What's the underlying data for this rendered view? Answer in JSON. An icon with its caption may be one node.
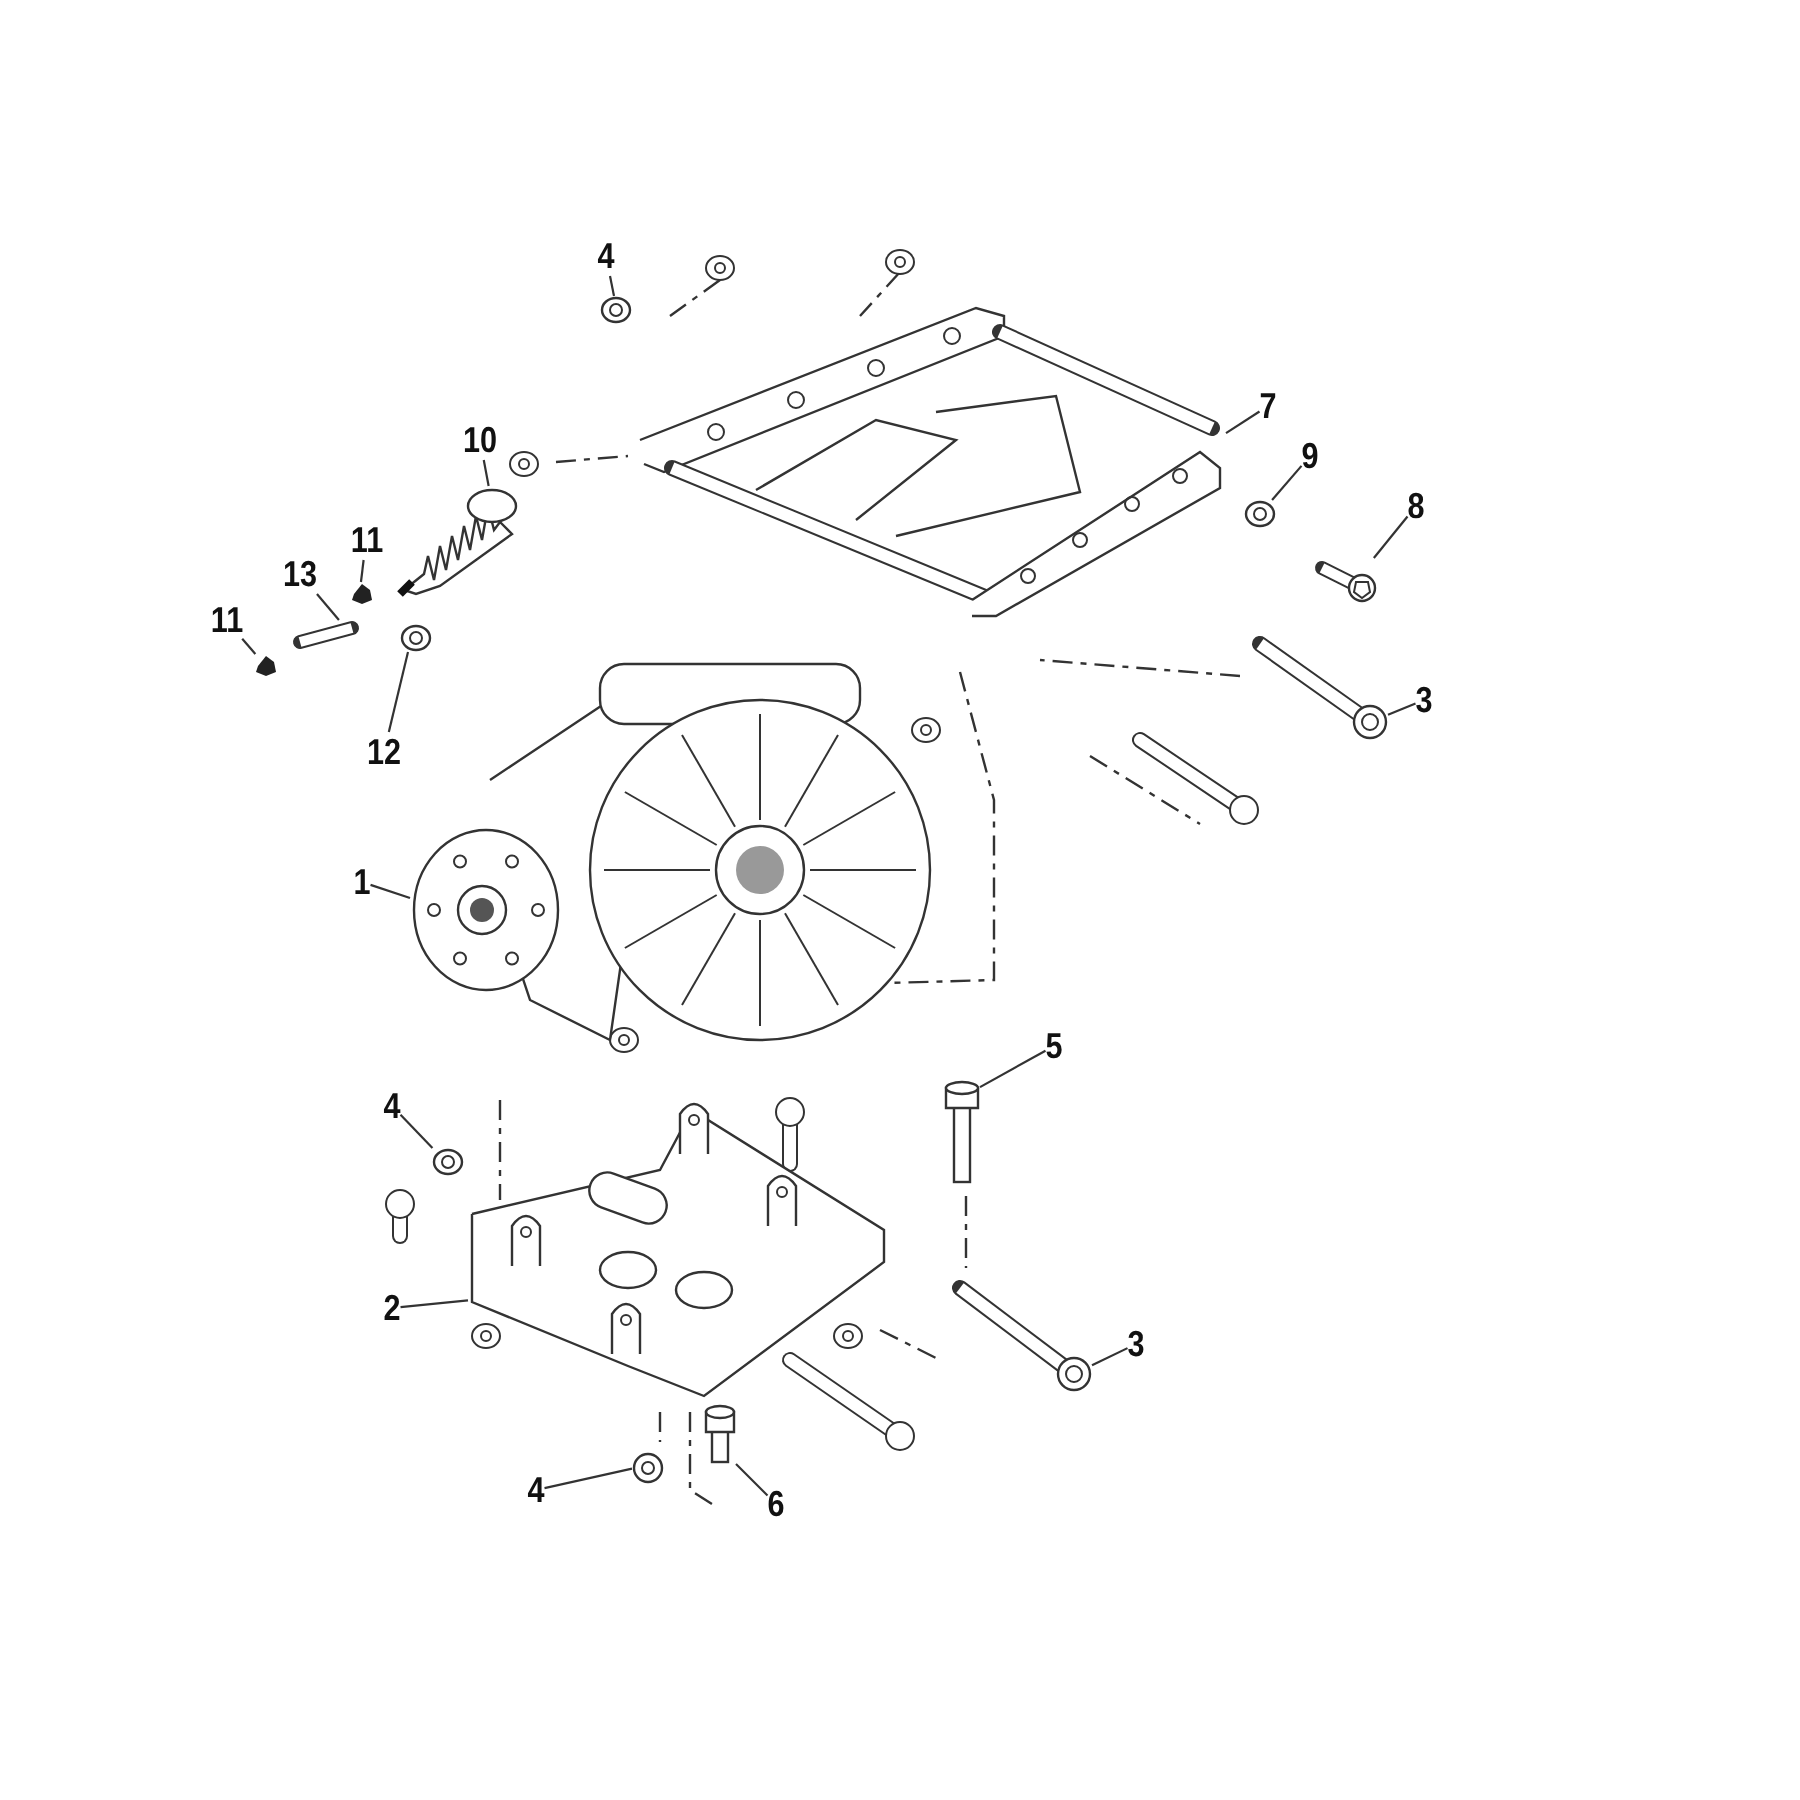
{
  "diagram": {
    "nodes": [
      {
        "text": [
          "4"
        ]
      },
      {
        "text": [
          "10"
        ]
      },
      {
        "text": [
          "7"
        ]
      },
      {
        "text": [
          "9"
        ]
      },
      {
        "text": [
          "8"
        ]
      },
      {
        "text": [
          "13"
        ]
      },
      {
        "text": [
          "11"
        ]
      },
      {
        "text": [
          "11"
        ]
      },
      {
        "text": [
          "3"
        ]
      },
      {
        "text": [
          "12"
        ]
      },
      {
        "text": [
          "1"
        ]
      },
      {
        "text": [
          "5"
        ]
      },
      {
        "text": [
          "4"
        ]
      },
      {
        "text": [
          "3"
        ]
      },
      {
        "text": [
          "2"
        ]
      },
      {
        "text": [
          "4"
        ]
      },
      {
        "text": [
          "6"
        ]
      },
      {
        "text": [],
        "shape": "picture"
      },
      {
        "text": [],
        "shape": "picture"
      },
      {
        "text": [],
        "shape": "picture"
      },
      {
        "text": [],
        "shape": "picture"
      },
      {
        "text": [],
        "shape": "picture"
      },
      {
        "text": [],
        "shape": "picture"
      },
      {
        "text": [],
        "shape": "picture"
      },
      {
        "text": [],
        "shape": "picture"
      },
      {
        "text": [],
        "shape": "picture"
      },
      {
        "text": [],
        "shape": "picture"
      },
      {
        "text": [],
        "shape": "picture"
      },
      {
        "text": [],
        "shape": "picture"
      },
      {
        "text": [],
        "shape": "picture"
      },
      {
        "text": [],
        "shape": "picture"
      },
      {
        "text": [],
        "shape": "picture"
      },
      {
        "text": [],
        "shape": "picture"
      },
      {
        "text": [],
        "shape": "picture"
      }
    ],
    "edges": [
      {
        "from": 0,
        "to": 17,
        "arrow": "none"
      },
      {
        "from": 1,
        "to": 18,
        "arrow": "none"
      },
      {
        "from": 2,
        "to": 19,
        "arrow": "none"
      },
      {
        "from": 3,
        "to": 20,
        "arrow": "none"
      },
      {
        "from": 4,
        "to": 21,
        "arrow": "none"
      },
      {
        "from": 5,
        "to": 22,
        "arrow": "none"
      },
      {
        "from": 6,
        "to": 23,
        "arrow": "none"
      },
      {
        "from": 7,
        "to": 24,
        "arrow": "none"
      },
      {
        "from": 8,
        "to": 25,
        "arrow": "none"
      },
      {
        "from": 9,
        "to": 26,
        "arrow": "none"
      },
      {
        "from": 10,
        "to": 27,
        "arrow": "none"
      },
      {
        "from": 11,
        "to": 28,
        "arrow": "none"
      },
      {
        "from": 12,
        "to": 29,
        "arrow": "none"
      },
      {
        "from": 13,
        "to": 30,
        "arrow": "none"
      },
      {
        "from": 14,
        "to": 31,
        "arrow": "none"
      },
      {
        "from": 15,
        "to": 32,
        "arrow": "none"
      },
      {
        "from": 16,
        "to": 33,
        "arrow": "none"
      }
    ]
  }
}
